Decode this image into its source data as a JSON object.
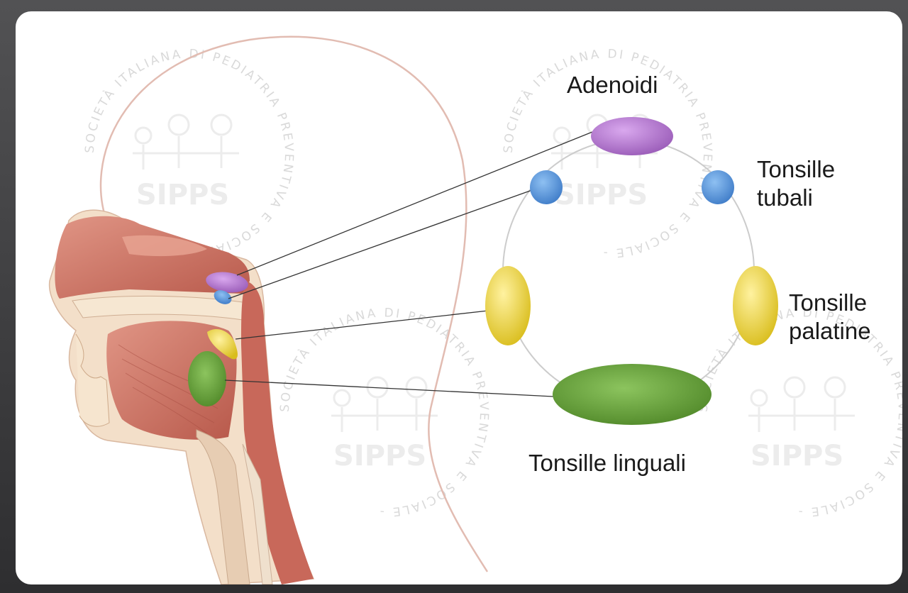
{
  "labels": {
    "adenoids": "Adenoidi",
    "tubal": [
      "Tonsille",
      "tubali"
    ],
    "palatine": [
      "Tonsille",
      "palatine"
    ],
    "lingual": "Tonsille linguali"
  },
  "watermark": {
    "arc_text": "SOCIETÀ ITALIANA DI PEDIATRIA PREVENTIVA E SOCIALE -",
    "brand": "SIPPS"
  },
  "colors": {
    "adenoids": "#a86bc4",
    "tubal": "#4f8fd6",
    "palatine": "#e8cf2a",
    "lingual": "#5f9a32",
    "ring": "#c8c8c8",
    "skin_outline": "#e0b8ad",
    "tissue": "#c96c5e"
  }
}
